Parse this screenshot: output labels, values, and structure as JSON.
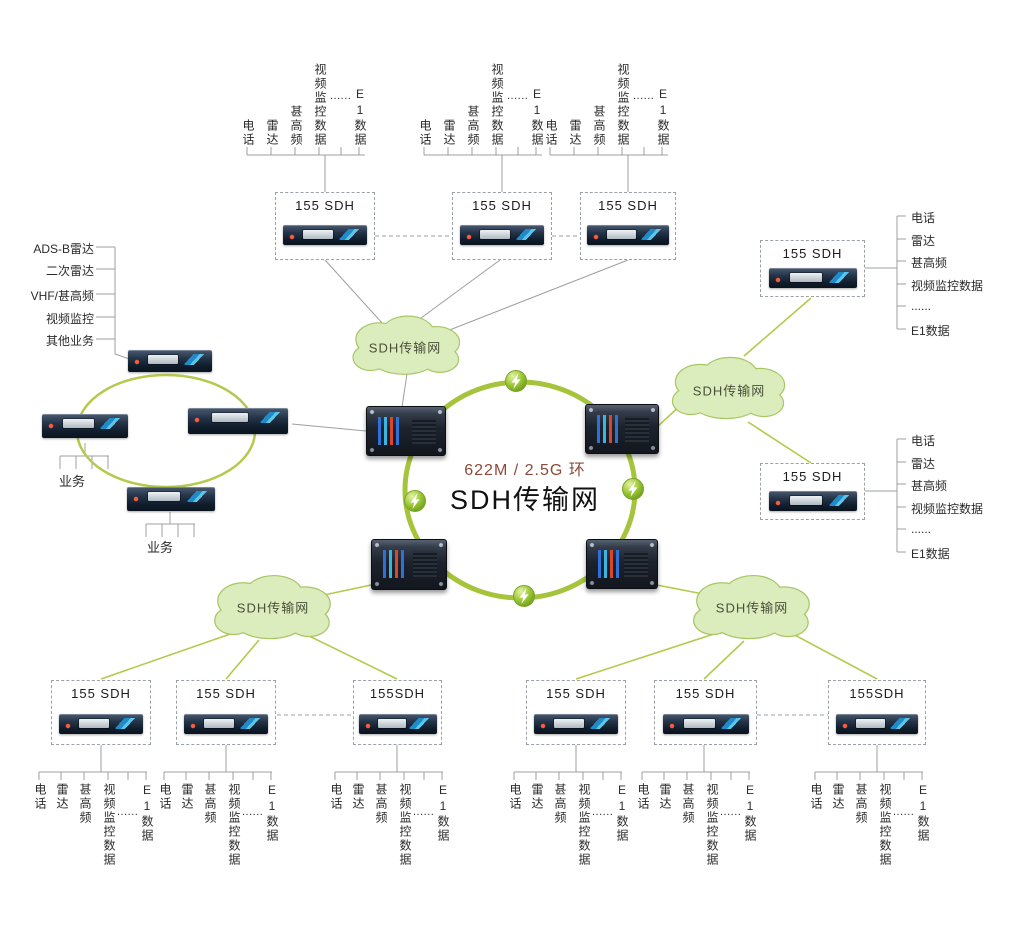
{
  "center": {
    "caption": "622M / 2.5G 环",
    "title": "SDH传输网"
  },
  "clouds": {
    "top": "SDH传输网",
    "right": "SDH传输网",
    "bottom_left": "SDH传输网",
    "bottom_right": "SDH传输网"
  },
  "left_site": {
    "services": [
      "ADS-B雷达",
      "二次雷达",
      "VHF/甚高频",
      "视频监控",
      "其他业务"
    ],
    "business": [
      "业务",
      "业务"
    ]
  },
  "top_groups": [
    {
      "device": "155 SDH",
      "signals": [
        "电话",
        "雷达",
        "甚高频",
        "视频监控数据",
        "......",
        "E1数据"
      ]
    },
    {
      "device": "155 SDH",
      "signals": [
        "电话",
        "雷达",
        "甚高频",
        "视频监控数据",
        "......",
        "E1数据"
      ]
    },
    {
      "device": "155 SDH",
      "signals": [
        "电话",
        "雷达",
        "甚高频",
        "视频监控数据",
        "......",
        "E1数据"
      ]
    }
  ],
  "right_groups": [
    {
      "device": "155 SDH",
      "signals": [
        "电话",
        "雷达",
        "甚高频",
        "视频监控数据",
        "......",
        "E1数据"
      ]
    },
    {
      "device": "155 SDH",
      "signals": [
        "电话",
        "雷达",
        "甚高频",
        "视频监控数据",
        "......",
        "E1数据"
      ]
    }
  ],
  "bottom_groups": [
    {
      "device": "155 SDH",
      "signals": [
        "电话",
        "雷达",
        "甚高频",
        "视频监控数据",
        "......",
        "E1数据"
      ]
    },
    {
      "device": "155  SDH",
      "signals": [
        "电话",
        "雷达",
        "甚高频",
        "视频监控数据",
        "......",
        "E1数据"
      ]
    },
    {
      "device": "155SDH",
      "signals": [
        "电话",
        "雷达",
        "甚高频",
        "视频监控数据",
        "......",
        "E1数据"
      ]
    },
    {
      "device": "155 SDH",
      "signals": [
        "电话",
        "雷达",
        "甚高频",
        "视频监控数据",
        "......",
        "E1数据"
      ]
    },
    {
      "device": "155  SDH",
      "signals": [
        "电话",
        "雷达",
        "甚高频",
        "视频监控数据",
        "......",
        "E1数据"
      ]
    },
    {
      "device": "155SDH",
      "signals": [
        "电话",
        "雷达",
        "甚高频",
        "视频监控数据",
        "......",
        "E1数据"
      ]
    }
  ],
  "colors": {
    "main_ring": "#a6c33c",
    "green_line": "#b5c94e",
    "gray_line": "#9b9fa3",
    "cloud_fill": "#dcedbd",
    "cloud_stroke": "#a7c765",
    "caption": "#8c4a38",
    "device_accent": "#35aede"
  }
}
